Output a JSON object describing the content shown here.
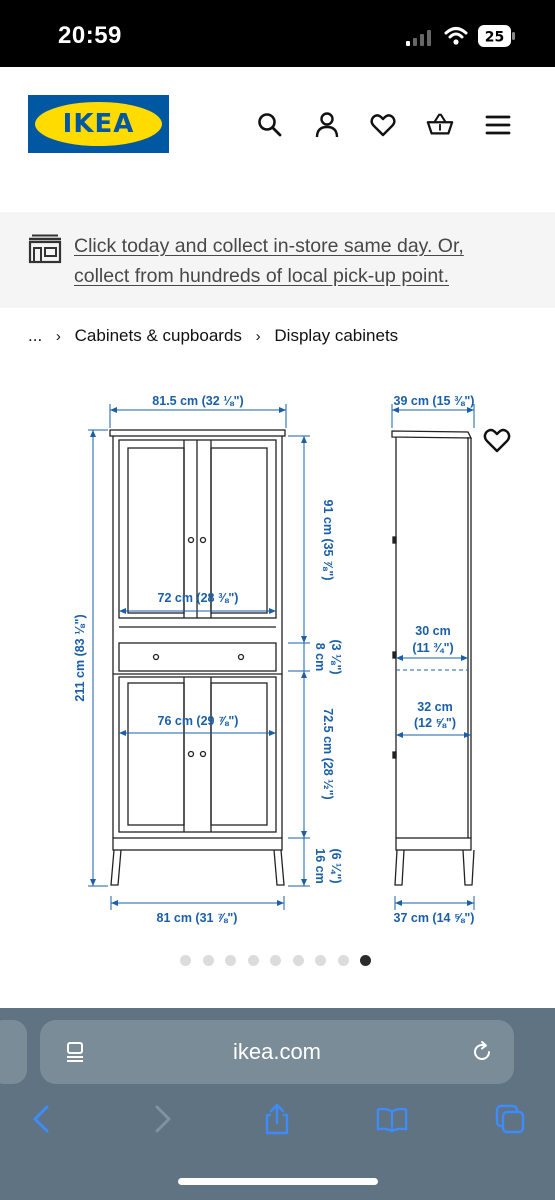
{
  "status_bar": {
    "time": "20:59",
    "battery": "25"
  },
  "header": {
    "logo_text": "IKEA",
    "icons": [
      "search-icon",
      "user-icon",
      "heart-icon",
      "basket-icon",
      "menu-icon"
    ]
  },
  "banner": {
    "icon": "store-icon",
    "text": "Click today and collect in-store same day. Or, collect from hundreds of local pick-up point."
  },
  "breadcrumb": {
    "ellipsis": "...",
    "separator": "›",
    "items": [
      "Cabinets & cupboards",
      "Display cabinets"
    ]
  },
  "diagram": {
    "front": {
      "top_width": "81.5 cm (32 ⅛\")",
      "total_height": "211 cm (83 ⅛\")",
      "upper_height": "91 cm (35 ⅞\")",
      "inner_width_upper": "72 cm (28 ⅜\")",
      "drawer_height_cm": "8 cm",
      "drawer_height_in": "(3 ⅛\")",
      "inner_width_lower": "76 cm (29 ⅞\")",
      "lower_height": "72.5 cm (28 ½\")",
      "leg_height_cm": "16 cm",
      "leg_height_in": "(6 ¼\")",
      "bottom_width": "81 cm (31 ⅞\")"
    },
    "side": {
      "top_depth": "39 cm (15 ⅜\")",
      "shelf_depth_cm": "30 cm",
      "shelf_depth_in": "(11 ¾\")",
      "lower_depth_cm": "32 cm",
      "lower_depth_in": "(12 ⅝\")",
      "bottom_depth": "37 cm (14 ⅝\")"
    },
    "accent": "#1a5fa8"
  },
  "carousel": {
    "total": 9,
    "active": 9
  },
  "safari": {
    "url": "ikea.com",
    "toolbar": [
      "back-icon",
      "forward-icon",
      "share-icon",
      "bookmarks-icon",
      "tabs-icon"
    ]
  }
}
